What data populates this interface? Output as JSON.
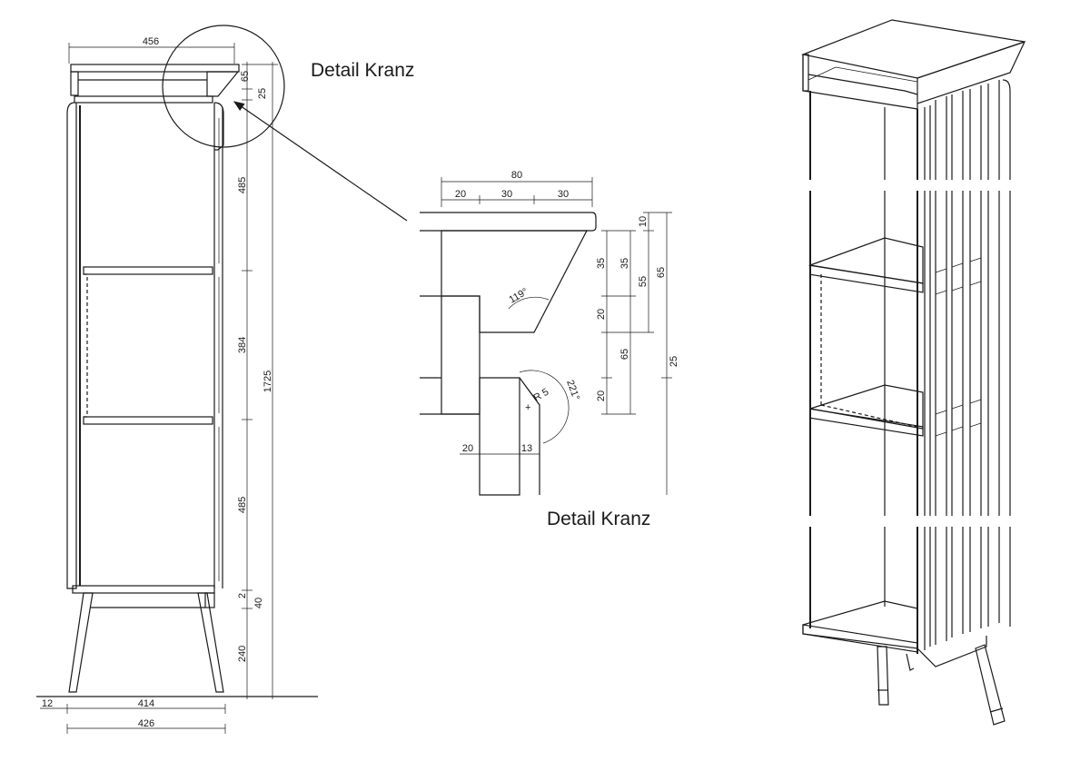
{
  "labels": {
    "detail_top": "Detail Kranz",
    "detail_bottom": "Detail Kranz"
  },
  "front_dims": {
    "total_width": "456",
    "crown_height": "65",
    "crown_top": "25",
    "upper_section": "485",
    "middle_section": "384",
    "lower_section": "485",
    "total_height": "1725",
    "base_gap": "2",
    "base_height": "40",
    "leg_height": "240",
    "side_offset": "12",
    "inner_width": "414",
    "body_width": "426"
  },
  "detail_dims": {
    "width_total": "80",
    "w1": "20",
    "w2": "30",
    "w3": "30",
    "h10": "10",
    "h35a": "35",
    "h35b": "35",
    "h55": "55",
    "h65a": "65",
    "h20a": "20",
    "h65b": "65",
    "h25": "25",
    "h20b": "20",
    "angle1": "119°",
    "angle2": "221°",
    "radius": "R 5",
    "b20": "20",
    "b13": "13"
  }
}
